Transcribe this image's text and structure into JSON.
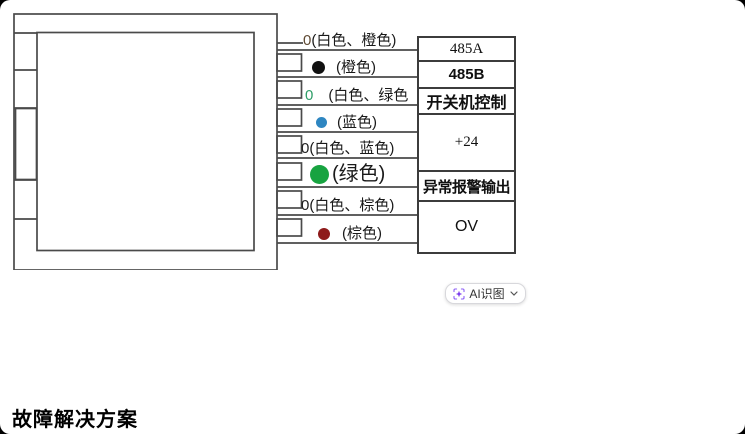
{
  "diagram": {
    "line_color": "#4a4a4a",
    "wires": [
      {
        "prefix": "0",
        "prefix_color": "#5f4a33",
        "label": "(白色、橙色)"
      },
      {
        "marker": "dot",
        "marker_color": "#111111",
        "label": "(橙色)"
      },
      {
        "prefix": "0",
        "prefix_color": "#2f9e68",
        "label": "(白色、绿色"
      },
      {
        "marker": "dot",
        "marker_color": "#2e86c1",
        "label": "(蓝色)"
      },
      {
        "prefix": "0",
        "prefix_color": "#222222",
        "label": "(白色、蓝色)"
      },
      {
        "marker": "dot",
        "marker_color": "#17a340",
        "label": "(绿色)"
      },
      {
        "prefix": "0",
        "prefix_color": "#222222",
        "label": "(白色、棕色)"
      },
      {
        "marker": "dot",
        "marker_color": "#8e1b1b",
        "label": "(棕色)"
      }
    ],
    "terminals": [
      {
        "label": "485A"
      },
      {
        "label": "485B"
      },
      {
        "label": "开关机控制"
      },
      {
        "label": "+24"
      },
      {
        "label": "异常报警输出"
      },
      {
        "label": "OV"
      }
    ]
  },
  "toolbar": {
    "ai_button_label": "AI识图",
    "icons": {
      "left": "ai-scan-sparkle-icon",
      "right": "chevron-down-icon"
    },
    "accent_color": "#7c3aed"
  },
  "heading": {
    "text": "故障解决方案"
  }
}
